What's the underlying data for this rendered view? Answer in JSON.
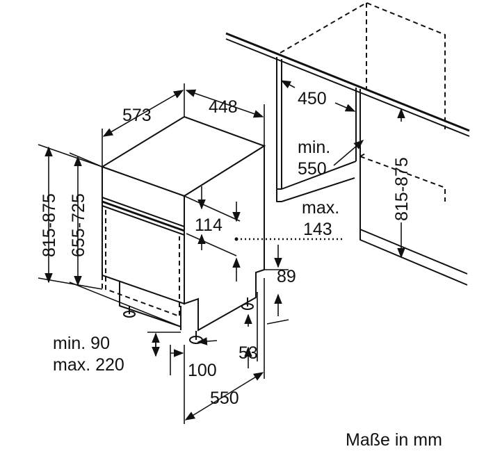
{
  "labels": {
    "depth_573": "573",
    "width_448": "448",
    "cabinet_450": "450",
    "niche_min": "min.",
    "niche_550": "550",
    "height_815_875_left": "815-875",
    "height_655_725": "655-725",
    "height_815_875_right": "815-875",
    "panel_114": "114",
    "max_label": "max.",
    "max_143": "143",
    "plinth_89": "89",
    "min_90": "min. 90",
    "max_220": "max. 220",
    "offset_100": "100",
    "foot_53": "53",
    "depth_550": "550",
    "units_note": "Maße in mm"
  }
}
